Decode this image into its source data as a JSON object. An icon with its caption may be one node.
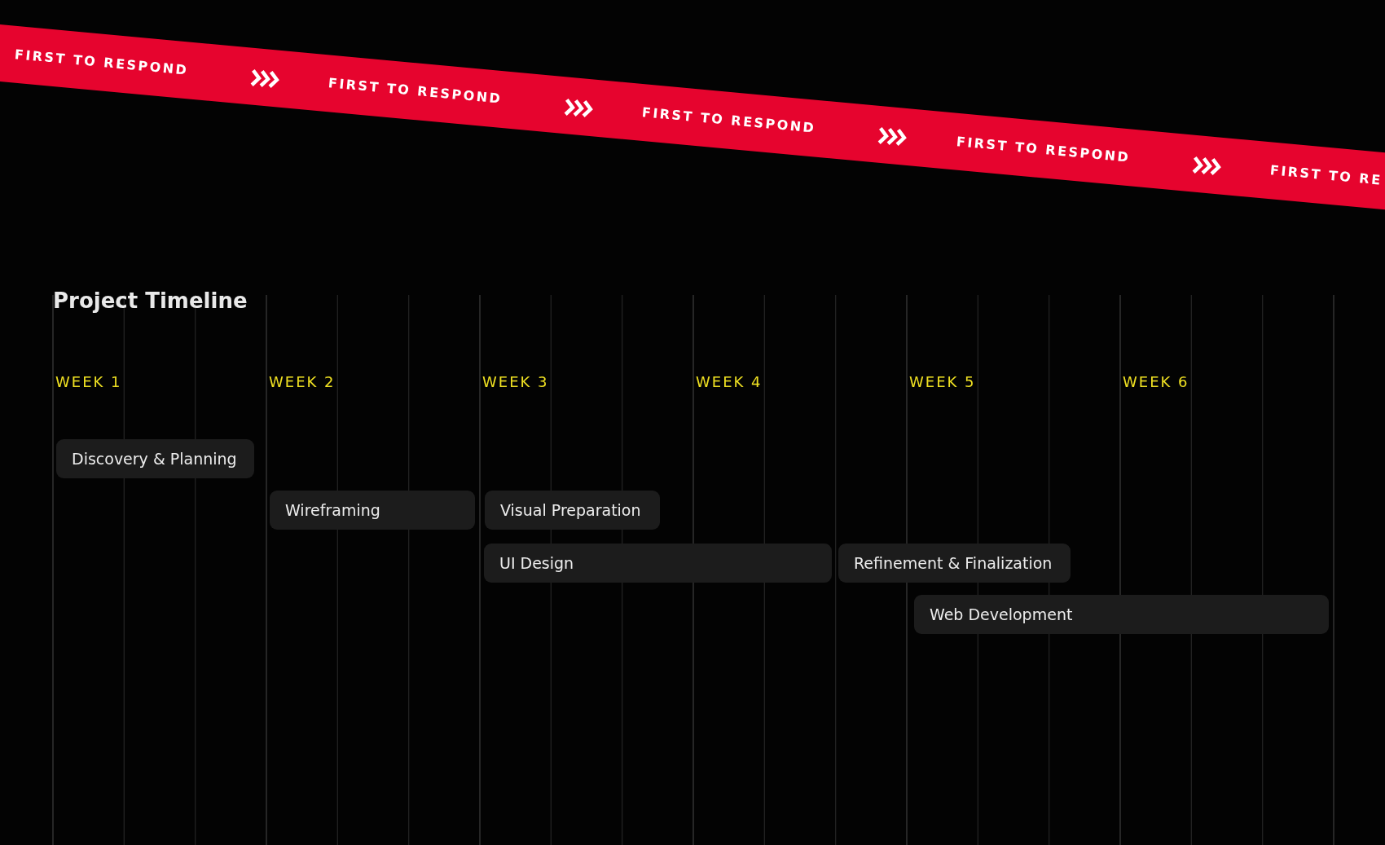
{
  "diagram": {
    "title": "Project Timeline",
    "nodes": [
      {
        "text": [
          "Discovery & Planning"
        ]
      },
      {
        "text": [
          "Wireframing"
        ]
      },
      {
        "text": [
          "Visual Preparation"
        ]
      },
      {
        "text": [
          "UI Design"
        ]
      },
      {
        "text": [
          "Refinement & Finalization"
        ]
      },
      {
        "text": [
          "Web Development"
        ]
      }
    ],
    "labels": [
      "FIRST TO RESPOND",
      "FIRST TO RESPOND",
      "FIRST TO RESPOND",
      "FIRST TO RESPOND",
      "FIRST TO RE",
      "WEEK 1",
      "WEEK 2",
      "WEEK 3",
      "WEEK 4",
      "WEEK 5",
      "WEEK 6"
    ]
  }
}
